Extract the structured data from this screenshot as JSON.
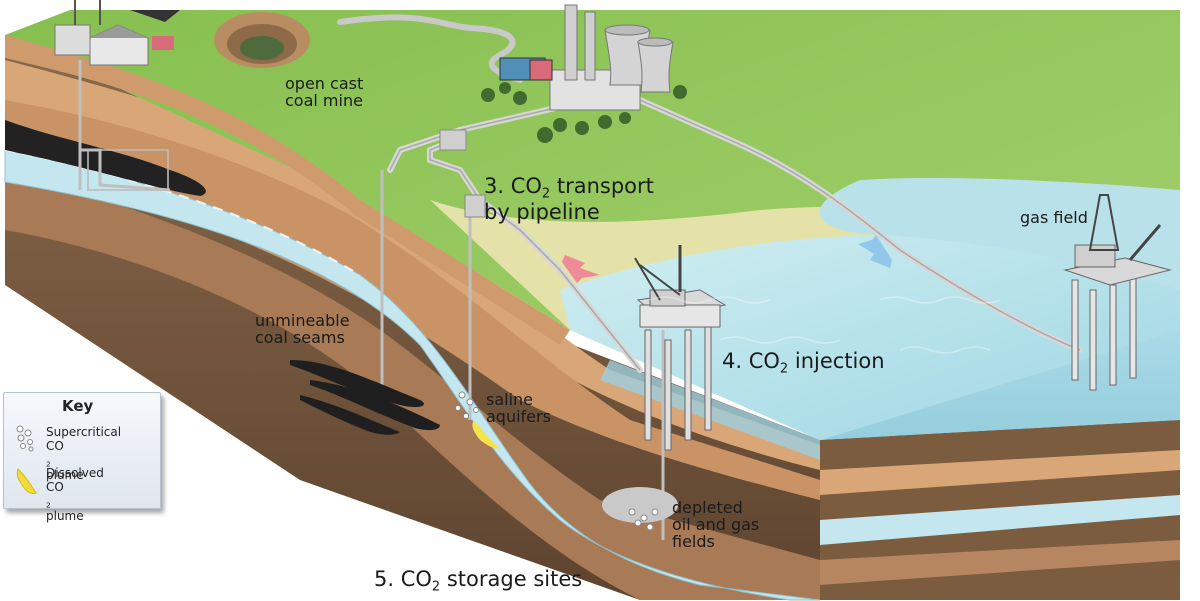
{
  "labels": {
    "open_cast_line1": "open cast",
    "open_cast_line2": "coal mine",
    "transport_prefix": "3. CO",
    "transport_sub": "2",
    "transport_suffix": " transport",
    "transport_line2": "by pipeline",
    "gas_field": "gas field",
    "unmineable_line1": "unmineable",
    "unmineable_line2": "coal seams",
    "injection_prefix": "4. CO",
    "injection_sub": "2",
    "injection_suffix": " injection",
    "saline_line1": "saline",
    "saline_line2": "aquifers",
    "depleted_line1": "depleted",
    "depleted_line2": "oil and gas",
    "depleted_line3": "fields",
    "storage_prefix": "5. CO",
    "storage_sub": "2",
    "storage_suffix": " storage sites"
  },
  "key": {
    "title": "Key",
    "supercritical_line1": "Supercritical",
    "supercritical_line2_prefix": "CO",
    "supercritical_line2_sub": "2",
    "supercritical_line2_suffix": " plume",
    "dissolved_line1": "Dissolved",
    "dissolved_line2_prefix": "CO",
    "dissolved_line2_sub": "2",
    "dissolved_line2_suffix": " plume"
  },
  "colors": {
    "grass": "#8fc45a",
    "sand": "#e9c89c",
    "sea": "#a9dbe6",
    "rock": "#7a5c40",
    "aquifer": "#bfe4ee",
    "arrow_in": "#ef8a97",
    "arrow_out": "#8fc8ea"
  }
}
